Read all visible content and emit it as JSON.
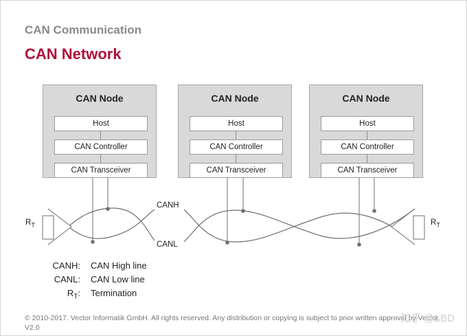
{
  "header": {
    "section": "CAN Communication",
    "title": "CAN Network"
  },
  "nodes": [
    {
      "title": "CAN Node",
      "host": "Host",
      "controller": "CAN Controller",
      "transceiver": "CAN Transceiver"
    },
    {
      "title": "CAN Node",
      "host": "Host",
      "controller": "CAN Controller",
      "transceiver": "CAN Transceiver"
    },
    {
      "title": "CAN Node",
      "host": "Host",
      "controller": "CAN Controller",
      "transceiver": "CAN Transceiver"
    }
  ],
  "bus": {
    "canh_label": "CANH",
    "canl_label": "CANL",
    "rt_main": "R",
    "rt_sub": "T"
  },
  "legend": [
    {
      "key": "CANH:",
      "value": "CAN High line"
    },
    {
      "key": "CANL:",
      "value": "CAN Low line"
    },
    {
      "key_main": "R",
      "key_sub": "T",
      "key_suffix": ":",
      "value": "Termination"
    }
  ],
  "footer": "© 2010-2017. Vector Informatik GmbH. All rights reserved. Any distribution or copying is subject to prior written approval by Vector. V2.0",
  "watermark": "知乎 @LBD"
}
